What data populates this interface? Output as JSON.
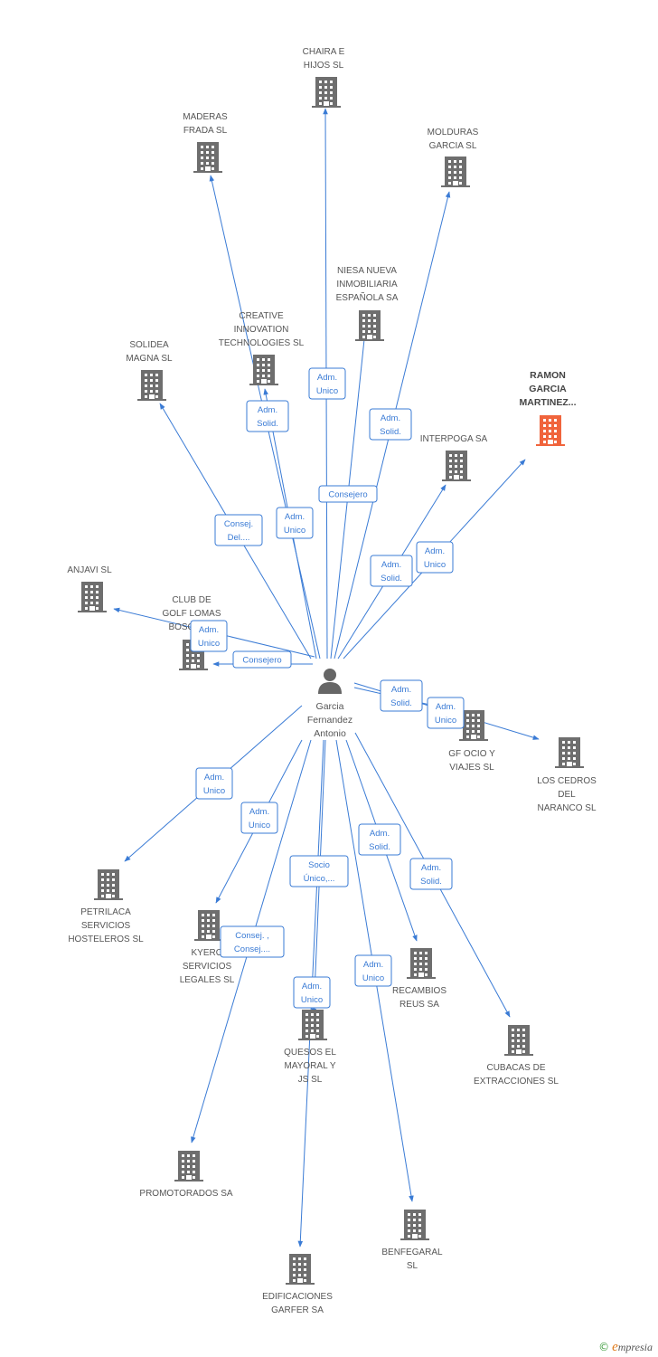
{
  "colors": {
    "edge": "#3a7bd5",
    "building": "#6e6e6e",
    "highlight": "#f0643c",
    "person": "#666666"
  },
  "center": {
    "name_lines": [
      "Garcia",
      "Fernandez",
      "Antonio"
    ],
    "icon": "person-icon"
  },
  "nodes": [
    {
      "id": "chaira",
      "lines": [
        "CHAIRA E",
        "HIJOS SL"
      ]
    },
    {
      "id": "maderas",
      "lines": [
        "MADERAS",
        "FRADA SL"
      ]
    },
    {
      "id": "molduras",
      "lines": [
        "MOLDURAS",
        "GARCIA SL"
      ]
    },
    {
      "id": "niesa",
      "lines": [
        "NIESA NUEVA",
        "INMOBILIARIA",
        "ESPAÑOLA SA"
      ]
    },
    {
      "id": "creative",
      "lines": [
        "CREATIVE",
        "INNOVATION",
        "TECHNOLOGIES SL"
      ]
    },
    {
      "id": "solidea",
      "lines": [
        "SOLIDEA",
        "MAGNA SL"
      ]
    },
    {
      "id": "ramon",
      "lines": [
        "RAMON",
        "GARCIA",
        "MARTINEZ..."
      ],
      "highlight": true
    },
    {
      "id": "interpoga",
      "lines": [
        "INTERPOGA SA"
      ]
    },
    {
      "id": "anjavi",
      "lines": [
        "ANJAVI  SL"
      ]
    },
    {
      "id": "club",
      "lines": [
        "CLUB DE",
        "GOLF LOMAS",
        "BOSQUE..."
      ]
    },
    {
      "id": "gfocio",
      "lines": [
        "GF OCIO Y",
        "VIAJES SL"
      ]
    },
    {
      "id": "cedros",
      "lines": [
        "LOS CEDROS",
        "DEL",
        "NARANCO SL"
      ]
    },
    {
      "id": "petrilaca",
      "lines": [
        "PETRILACA",
        "SERVICIOS",
        "HOSTELEROS SL"
      ]
    },
    {
      "id": "kyero",
      "lines": [
        "KYERO",
        "SERVICIOS",
        "LEGALES SL"
      ]
    },
    {
      "id": "recambios",
      "lines": [
        "RECAMBIOS",
        "REUS SA"
      ]
    },
    {
      "id": "quesos",
      "lines": [
        "QUESOS EL",
        "MAYORAL Y",
        "JS  SL"
      ]
    },
    {
      "id": "cubacas",
      "lines": [
        "CUBACAS DE",
        "EXTRACCIONES SL"
      ]
    },
    {
      "id": "promotorados",
      "lines": [
        "PROMOTORADOS SA"
      ]
    },
    {
      "id": "benfegaral",
      "lines": [
        "BENFEGARAL",
        "SL"
      ]
    },
    {
      "id": "edificaciones",
      "lines": [
        "EDIFICACIONES",
        "GARFER SA"
      ]
    }
  ],
  "edges": [
    {
      "to": "chaira",
      "label": [
        "Adm.",
        "Unico"
      ]
    },
    {
      "to": "maderas",
      "label": [
        "Adm.",
        "Unico"
      ]
    },
    {
      "to": "molduras",
      "label": [
        "Adm.",
        "Solid."
      ]
    },
    {
      "to": "niesa",
      "label": [
        "Consejero"
      ]
    },
    {
      "to": "creative",
      "label": [
        "Adm.",
        "Solid."
      ]
    },
    {
      "to": "solidea",
      "label": [
        "Consej.",
        "Del...."
      ]
    },
    {
      "to": "ramon",
      "label": [
        "Adm.",
        "Unico"
      ]
    },
    {
      "to": "interpoga",
      "label": [
        "Adm.",
        "Solid."
      ]
    },
    {
      "to": "anjavi",
      "label": [
        "Adm.",
        "Unico"
      ]
    },
    {
      "to": "club",
      "label": [
        "Consejero"
      ]
    },
    {
      "to": "gfocio",
      "label": [
        "Adm.",
        "Solid."
      ]
    },
    {
      "to": "cedros",
      "label": [
        "Adm.",
        "Unico"
      ]
    },
    {
      "to": "petrilaca",
      "label": [
        "Adm.",
        "Unico"
      ]
    },
    {
      "to": "kyero",
      "label": [
        "Adm.",
        "Unico"
      ]
    },
    {
      "to": "recambios",
      "label": [
        "Adm.",
        "Solid."
      ]
    },
    {
      "to": "quesos",
      "label": [
        "Socio",
        "Único,..."
      ]
    },
    {
      "to": "cubacas",
      "label": [
        "Adm.",
        "Solid."
      ]
    },
    {
      "to": "promotorados",
      "label": [
        "Consej. ,",
        "Consej...."
      ]
    },
    {
      "to": "benfegaral",
      "label": [
        "Adm.",
        "Unico"
      ]
    },
    {
      "to": "edificaciones",
      "label": [
        "Adm.",
        "Unico"
      ]
    }
  ],
  "brand": {
    "copyright": "©",
    "initial": "e",
    "rest": "mpresia"
  }
}
